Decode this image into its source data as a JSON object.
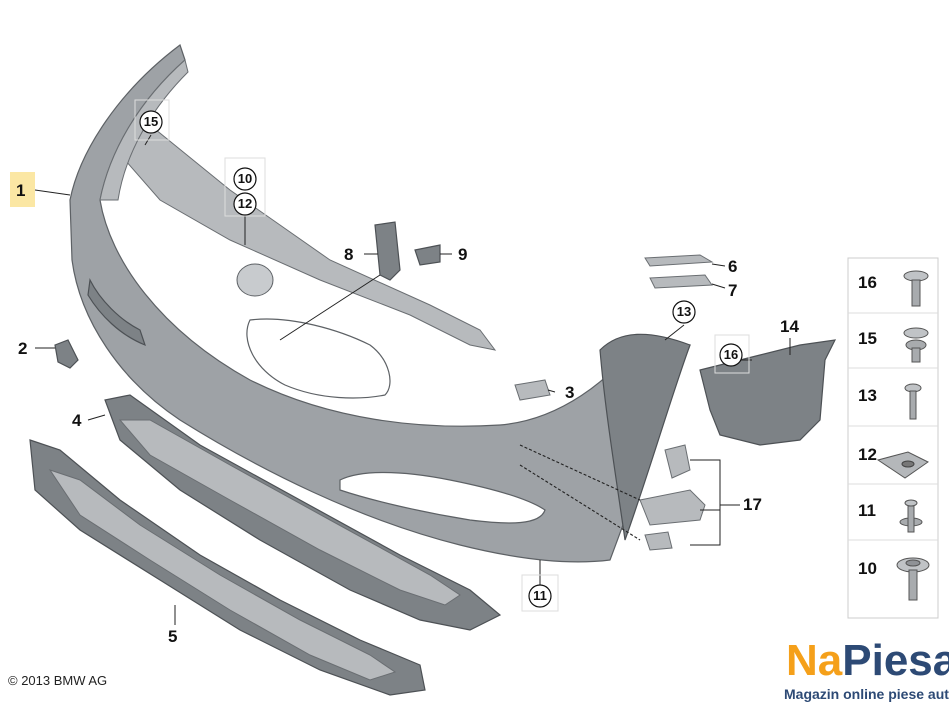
{
  "copyright": "© 2013 BMW AG",
  "brand": {
    "name_part1": "Na",
    "name_part2": "Piesa",
    "tagline": "Magazin online piese auto",
    "color_primary": "#f5a01a",
    "color_secondary": "#2d4a75"
  },
  "callouts": {
    "p1": "1",
    "p2": "2",
    "p3": "3",
    "p4": "4",
    "p5": "5",
    "p6": "6",
    "p7": "7",
    "p8": "8",
    "p9": "9",
    "p10": "10",
    "p11": "11",
    "p12": "12",
    "p13": "13",
    "p14": "14",
    "p15": "15",
    "p16": "16",
    "p17": "17"
  },
  "fastener_list": [
    "16",
    "15",
    "13",
    "12",
    "11",
    "10"
  ],
  "highlight_color": "#fbe7a4"
}
